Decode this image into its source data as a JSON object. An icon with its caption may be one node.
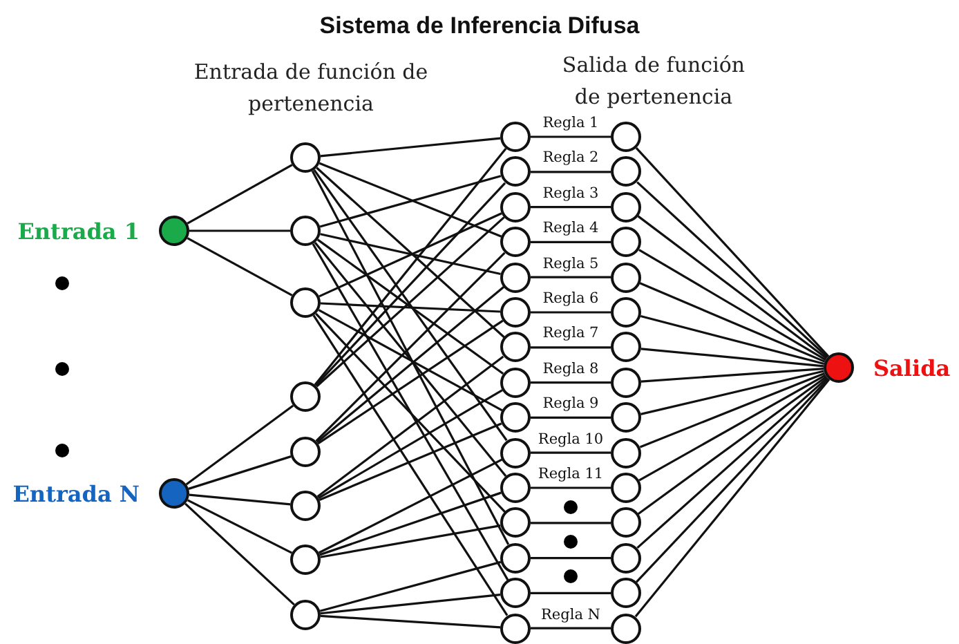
{
  "diagram": {
    "title": "Sistema de Inferencia Difusa",
    "nodes": [
      {
        "text": [
          "Entrada 1"
        ]
      },
      {
        "text": [
          "Entrada N"
        ]
      },
      {
        "text": [],
        "shape": "circle"
      },
      {
        "text": [],
        "shape": "circle"
      },
      {
        "text": [],
        "shape": "circle"
      },
      {
        "text": [],
        "shape": "circle"
      },
      {
        "text": [],
        "shape": "circle"
      },
      {
        "text": [],
        "shape": "circle"
      },
      {
        "text": [],
        "shape": "circle"
      },
      {
        "text": [],
        "shape": "circle"
      },
      {
        "text": [],
        "shape": "circle"
      },
      {
        "text": [],
        "shape": "circle"
      },
      {
        "text": [],
        "shape": "circle"
      },
      {
        "text": [],
        "shape": "circle"
      },
      {
        "text": [],
        "shape": "circle"
      },
      {
        "text": [],
        "shape": "circle"
      },
      {
        "text": [],
        "shape": "circle"
      },
      {
        "text": [],
        "shape": "circle"
      },
      {
        "text": [],
        "shape": "circle"
      },
      {
        "text": [],
        "shape": "circle"
      },
      {
        "text": [],
        "shape": "circle"
      },
      {
        "text": [],
        "shape": "circle"
      },
      {
        "text": [],
        "shape": "circle"
      },
      {
        "text": [],
        "shape": "circle"
      },
      {
        "text": [],
        "shape": "circle"
      },
      {
        "text": [],
        "shape": "circle"
      },
      {
        "text": [],
        "shape": "circle"
      },
      {
        "text": [],
        "shape": "circle"
      },
      {
        "text": [],
        "shape": "circle"
      },
      {
        "text": [],
        "shape": "circle"
      },
      {
        "text": [],
        "shape": "circle"
      },
      {
        "text": [],
        "shape": "circle"
      },
      {
        "text": [],
        "shape": "circle"
      },
      {
        "text": [],
        "shape": "circle"
      },
      {
        "text": [],
        "shape": "circle"
      },
      {
        "text": [],
        "shape": "circle"
      },
      {
        "text": [],
        "shape": "circle"
      },
      {
        "text": [],
        "shape": "circle"
      },
      {
        "text": [],
        "shape": "circle"
      },
      {
        "text": [],
        "shape": "circle"
      },
      {
        "text": [
          "Salida"
        ]
      }
    ],
    "edges": [
      {
        "from": 0,
        "to": 2,
        "arrow": "none"
      },
      {
        "from": 0,
        "to": 3,
        "arrow": "none"
      },
      {
        "from": 0,
        "to": 4,
        "arrow": "none"
      },
      {
        "from": 1,
        "to": 5,
        "arrow": "none"
      },
      {
        "from": 1,
        "to": 6,
        "arrow": "none"
      },
      {
        "from": 1,
        "to": 7,
        "arrow": "none"
      },
      {
        "from": 1,
        "to": 8,
        "arrow": "none"
      },
      {
        "from": 1,
        "to": 9,
        "arrow": "none"
      },
      {
        "from": 2,
        "to": 10,
        "arrow": "none"
      },
      {
        "from": 5,
        "to": 10,
        "arrow": "none"
      },
      {
        "from": 3,
        "to": 11,
        "arrow": "none"
      },
      {
        "from": 5,
        "to": 11,
        "arrow": "none"
      },
      {
        "from": 4,
        "to": 12,
        "arrow": "none"
      },
      {
        "from": 5,
        "to": 12,
        "arrow": "none"
      },
      {
        "from": 2,
        "to": 13,
        "arrow": "none"
      },
      {
        "from": 6,
        "to": 13,
        "arrow": "none"
      },
      {
        "from": 3,
        "to": 14,
        "arrow": "none"
      },
      {
        "from": 6,
        "to": 14,
        "arrow": "none"
      },
      {
        "from": 4,
        "to": 15,
        "arrow": "none"
      },
      {
        "from": 6,
        "to": 15,
        "arrow": "none"
      },
      {
        "from": 2,
        "to": 16,
        "arrow": "none"
      },
      {
        "from": 7,
        "to": 16,
        "arrow": "none"
      },
      {
        "from": 3,
        "to": 17,
        "arrow": "none"
      },
      {
        "from": 7,
        "to": 17,
        "arrow": "none"
      },
      {
        "from": 4,
        "to": 18,
        "arrow": "none"
      },
      {
        "from": 7,
        "to": 18,
        "arrow": "none"
      },
      {
        "from": 2,
        "to": 19,
        "arrow": "none"
      },
      {
        "from": 8,
        "to": 19,
        "arrow": "none"
      },
      {
        "from": 3,
        "to": 20,
        "arrow": "none"
      },
      {
        "from": 8,
        "to": 20,
        "arrow": "none"
      },
      {
        "from": 4,
        "to": 21,
        "arrow": "none"
      },
      {
        "from": 8,
        "to": 21,
        "arrow": "none"
      },
      {
        "from": 2,
        "to": 22,
        "arrow": "none"
      },
      {
        "from": 9,
        "to": 22,
        "arrow": "none"
      },
      {
        "from": 3,
        "to": 23,
        "arrow": "none"
      },
      {
        "from": 9,
        "to": 23,
        "arrow": "none"
      },
      {
        "from": 4,
        "to": 24,
        "arrow": "none"
      },
      {
        "from": 9,
        "to": 24,
        "arrow": "none"
      },
      {
        "from": 10,
        "to": 25,
        "arrow": "none",
        "label": "Regla 1"
      },
      {
        "from": 11,
        "to": 26,
        "arrow": "none",
        "label": "Regla 2"
      },
      {
        "from": 12,
        "to": 27,
        "arrow": "none",
        "label": "Regla 3"
      },
      {
        "from": 13,
        "to": 28,
        "arrow": "none",
        "label": "Regla 4"
      },
      {
        "from": 14,
        "to": 29,
        "arrow": "none",
        "label": "Regla 5"
      },
      {
        "from": 15,
        "to": 30,
        "arrow": "none",
        "label": "Regla 6"
      },
      {
        "from": 16,
        "to": 31,
        "arrow": "none",
        "label": "Regla 7"
      },
      {
        "from": 17,
        "to": 32,
        "arrow": "none",
        "label": "Regla 8"
      },
      {
        "from": 18,
        "to": 33,
        "arrow": "none",
        "label": "Regla 9"
      },
      {
        "from": 19,
        "to": 34,
        "arrow": "none",
        "label": "Regla 10"
      },
      {
        "from": 20,
        "to": 35,
        "arrow": "none",
        "label": "Regla 11"
      },
      {
        "from": 21,
        "to": 36,
        "arrow": "none"
      },
      {
        "from": 22,
        "to": 37,
        "arrow": "none"
      },
      {
        "from": 23,
        "to": 38,
        "arrow": "none"
      },
      {
        "from": 24,
        "to": 39,
        "arrow": "none",
        "label": "Regla N"
      },
      {
        "from": 25,
        "to": 40,
        "arrow": "none"
      },
      {
        "from": 26,
        "to": 40,
        "arrow": "none"
      },
      {
        "from": 27,
        "to": 40,
        "arrow": "none"
      },
      {
        "from": 28,
        "to": 40,
        "arrow": "none"
      },
      {
        "from": 29,
        "to": 40,
        "arrow": "none"
      },
      {
        "from": 30,
        "to": 40,
        "arrow": "none"
      },
      {
        "from": 31,
        "to": 40,
        "arrow": "none"
      },
      {
        "from": 32,
        "to": 40,
        "arrow": "none"
      },
      {
        "from": 33,
        "to": 40,
        "arrow": "none"
      },
      {
        "from": 34,
        "to": 40,
        "arrow": "none"
      },
      {
        "from": 35,
        "to": 40,
        "arrow": "none"
      },
      {
        "from": 36,
        "to": 40,
        "arrow": "none"
      },
      {
        "from": 37,
        "to": 40,
        "arrow": "none"
      },
      {
        "from": 38,
        "to": 40,
        "arrow": "none"
      },
      {
        "from": 39,
        "to": 40,
        "arrow": "none"
      }
    ],
    "labels": [
      "Entrada de función de pertenencia",
      "Salida de función de pertenencia"
    ]
  }
}
